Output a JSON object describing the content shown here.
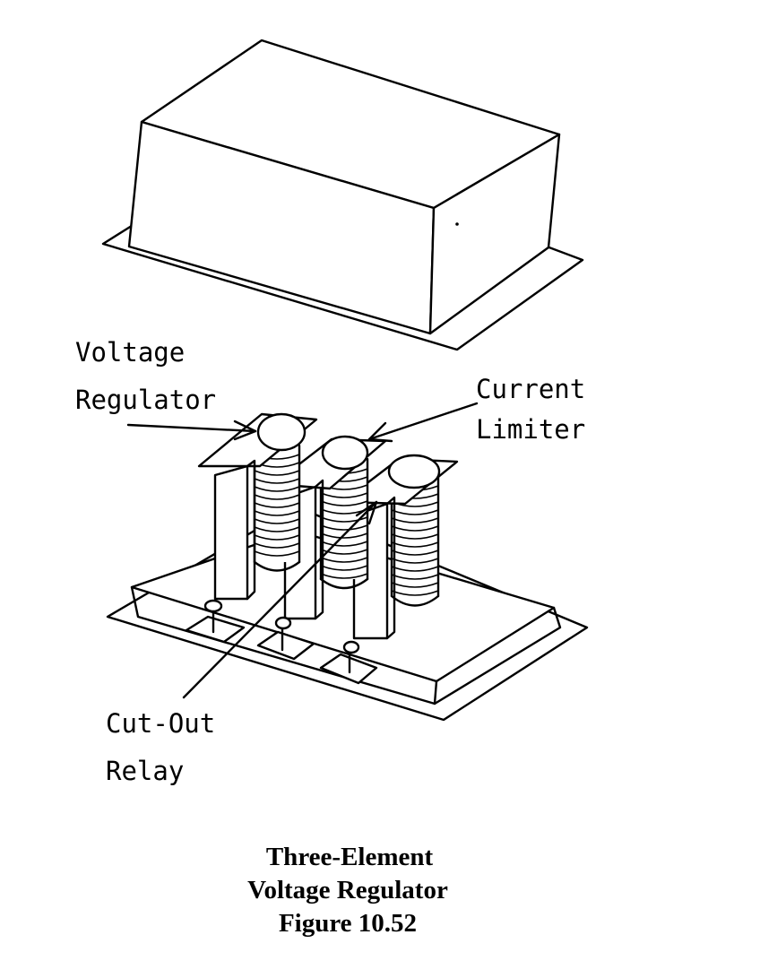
{
  "labels": {
    "voltage_regulator": [
      "Voltage",
      "Regulator"
    ],
    "current_limiter": [
      "Current",
      "Limiter"
    ],
    "cut_out_relay": [
      "Cut-Out",
      "Relay"
    ]
  },
  "caption": {
    "line1": "Three-Element",
    "line2": "Voltage Regulator",
    "line3": "Figure 10.52"
  },
  "colors": {
    "ink": "#000000",
    "paper": "#ffffff"
  }
}
